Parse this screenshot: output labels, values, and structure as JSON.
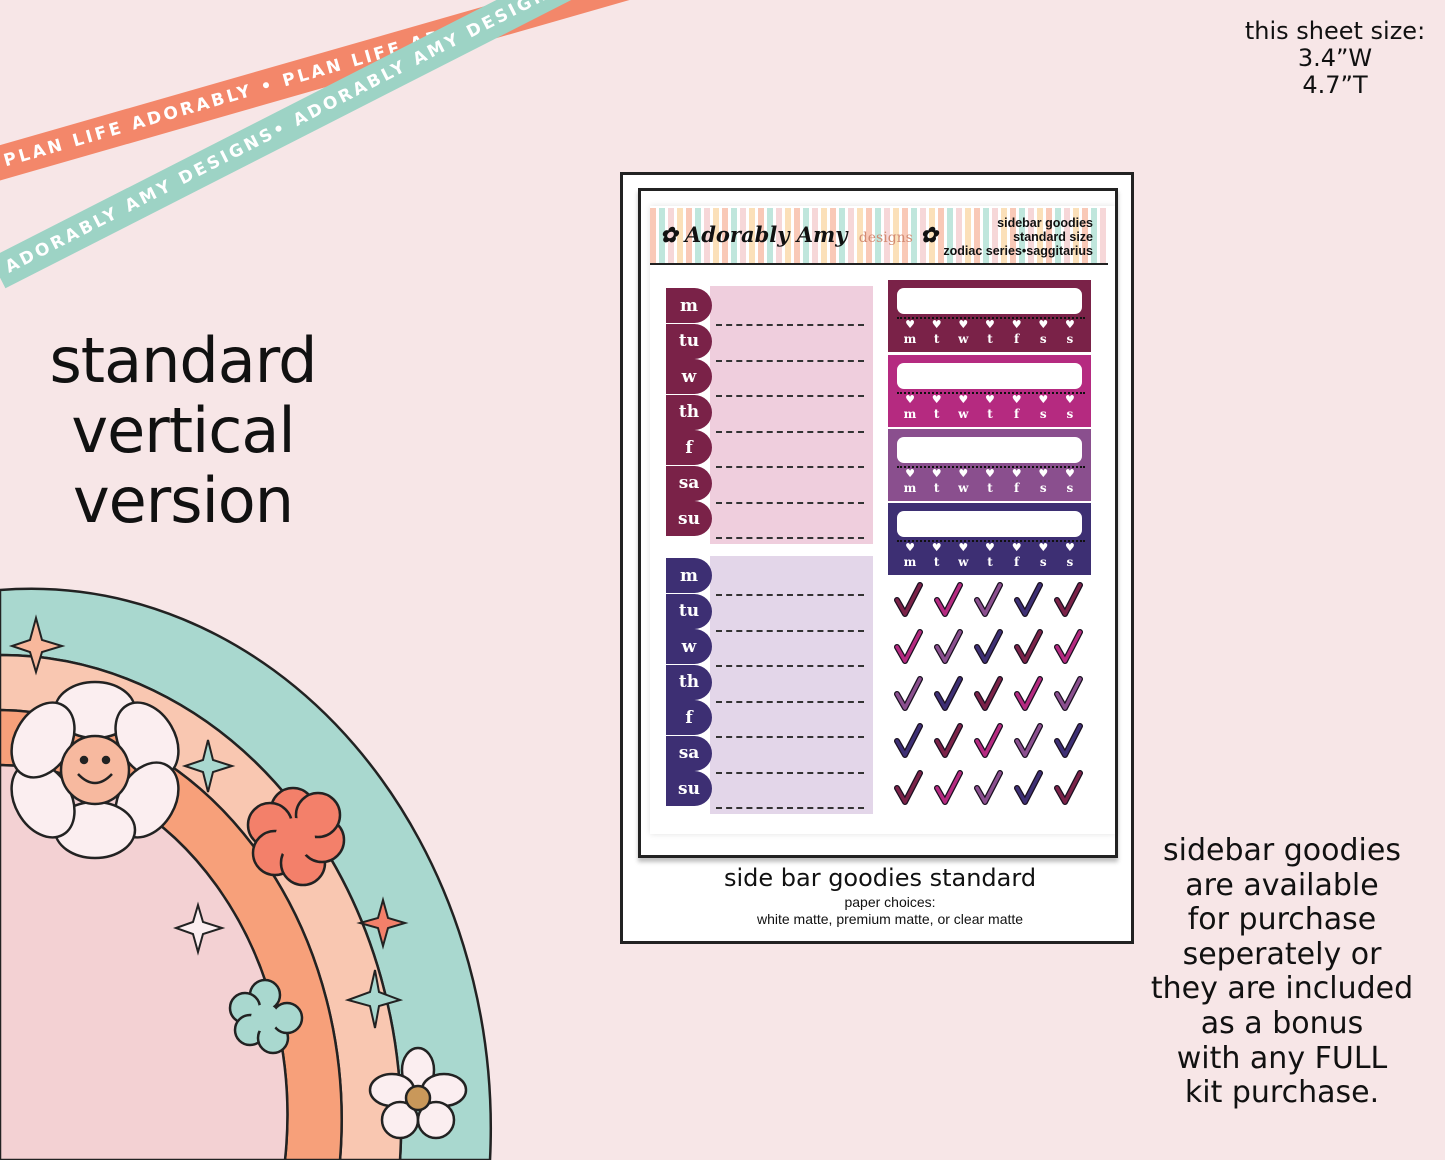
{
  "ribbons": {
    "orange_text": "PLAN LIFE ADORABLY • PLAN LIFE ADORAB",
    "teal_text": "ADORABLY AMY DESIGNS• ADORABLY AMY DESIGNS •AD"
  },
  "sheet_size": {
    "label": "this sheet size:",
    "width": "3.4”W",
    "height": "4.7”T"
  },
  "version_title": {
    "line1": "standard",
    "line2": "vertical",
    "line3": "version"
  },
  "description": {
    "lines": [
      "sidebar goodies",
      "are available",
      "for purchase",
      "seperately or",
      "they are included",
      "as a bonus",
      "with any FULL",
      "kit purchase."
    ]
  },
  "sheet": {
    "logo_text": "Adorably Amy",
    "logo_sub": "designs",
    "header_line1": "sidebar goodies",
    "header_line2": "standard size",
    "header_line3": "zodiac series•saggitarius",
    "weekdays": [
      "m",
      "tu",
      "w",
      "th",
      "f",
      "sa",
      "su"
    ],
    "habit_days": [
      "m",
      "t",
      "w",
      "t",
      "f",
      "s",
      "s"
    ],
    "heart": "♥"
  },
  "footer": {
    "title": "side bar goodies standard",
    "sub1": "paper choices:",
    "sub2": "white matte, premium matte, or clear matte"
  },
  "colors": {
    "background": "#f7e6e7",
    "maroon": "#7a2248",
    "magenta": "#b52a80",
    "plum": "#8a4f8e",
    "indigo": "#3d2f73",
    "pink_panel": "#efcedd",
    "lavender_panel": "#e3d6e9"
  }
}
